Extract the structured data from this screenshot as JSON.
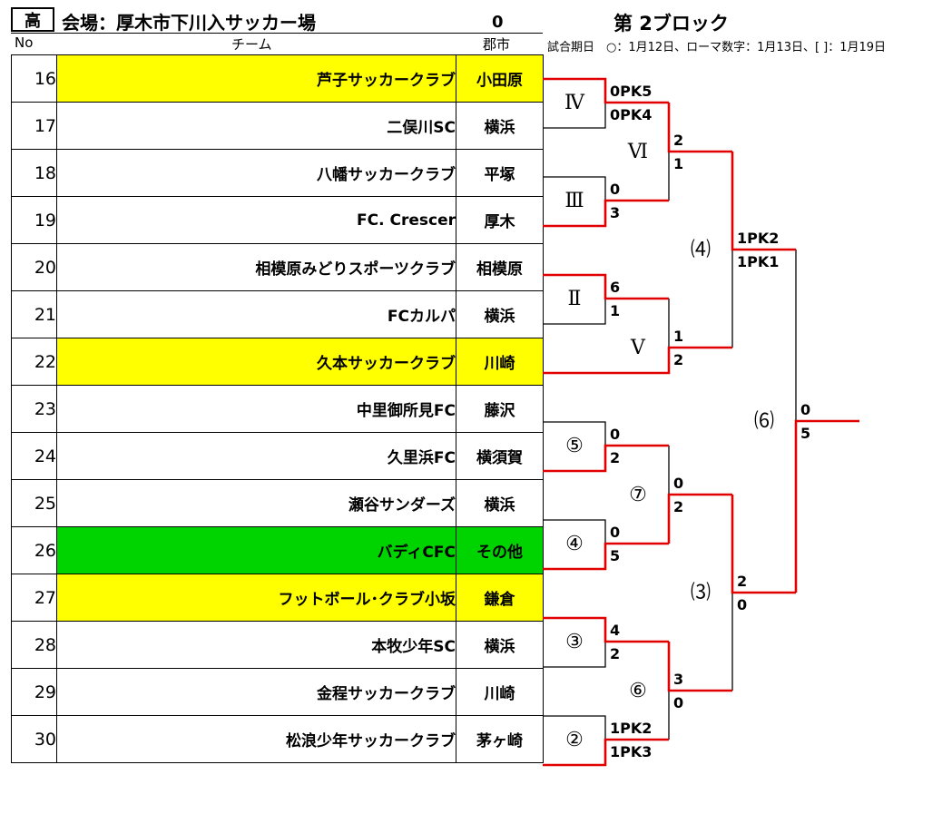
{
  "header": {
    "category": "高",
    "venue": "会場：厚木市下川入サッカー場",
    "top_zero": "0",
    "block_title": "第 2ブロック",
    "date_note": "試合期日　○：1月12日、ローマ数字：1月13日、[ ]：1月19日",
    "col_no": "No",
    "col_team": "チーム",
    "col_city": "郡市"
  },
  "teams": [
    {
      "no": "16",
      "name": "芦子サッカークラブ",
      "city": "小田原",
      "highlight": "yellow"
    },
    {
      "no": "17",
      "name": "二俣川SC",
      "city": "横浜",
      "highlight": ""
    },
    {
      "no": "18",
      "name": "八幡サッカークラブ",
      "city": "平塚",
      "highlight": ""
    },
    {
      "no": "19",
      "name": "FC. Crescer",
      "city": "厚木",
      "highlight": ""
    },
    {
      "no": "20",
      "name": "相模原みどりスポーツクラブ",
      "city": "相模原",
      "highlight": ""
    },
    {
      "no": "21",
      "name": "FCカルパ",
      "city": "横浜",
      "highlight": ""
    },
    {
      "no": "22",
      "name": "久本サッカークラブ",
      "city": "川崎",
      "highlight": "yellow"
    },
    {
      "no": "23",
      "name": "中里御所見FC",
      "city": "藤沢",
      "highlight": ""
    },
    {
      "no": "24",
      "name": "久里浜FC",
      "city": "横須賀",
      "highlight": ""
    },
    {
      "no": "25",
      "name": "瀬谷サンダーズ",
      "city": "横浜",
      "highlight": ""
    },
    {
      "no": "26",
      "name": "バディCFC",
      "city": "その他",
      "highlight": "green"
    },
    {
      "no": "27",
      "name": "フットボール･クラブ小坂",
      "city": "鎌倉",
      "highlight": "yellow"
    },
    {
      "no": "28",
      "name": "本牧少年SC",
      "city": "横浜",
      "highlight": ""
    },
    {
      "no": "29",
      "name": "金程サッカークラブ",
      "city": "川崎",
      "highlight": ""
    },
    {
      "no": "30",
      "name": "松浪少年サッカークラブ",
      "city": "茅ヶ崎",
      "highlight": ""
    }
  ],
  "matches": {
    "IV": {
      "label": "Ⅳ",
      "top_score": "0PK5",
      "bottom_score": "0PK4"
    },
    "III": {
      "label": "Ⅲ",
      "top_score": "0",
      "bottom_score": "3"
    },
    "II": {
      "label": "Ⅱ",
      "top_score": "6",
      "bottom_score": "1"
    },
    "VI": {
      "label": "Ⅵ",
      "top_score": "2",
      "bottom_score": "1"
    },
    "V": {
      "label": "Ⅴ",
      "top_score": "1",
      "bottom_score": "2"
    },
    "p4": {
      "label": "⑷",
      "top_score": "1PK2",
      "bottom_score": "1PK1"
    },
    "c5": {
      "label": "⑤",
      "top_score": "0",
      "bottom_score": "2"
    },
    "c4": {
      "label": "④",
      "top_score": "0",
      "bottom_score": "5"
    },
    "c3": {
      "label": "③",
      "top_score": "4",
      "bottom_score": "2"
    },
    "c2": {
      "label": "②",
      "top_score": "1PK2",
      "bottom_score": "1PK3"
    },
    "c7": {
      "label": "⑦",
      "top_score": "0",
      "bottom_score": "2"
    },
    "c6": {
      "label": "⑥",
      "top_score": "3",
      "bottom_score": "0"
    },
    "p3": {
      "label": "⑶",
      "top_score": "2",
      "bottom_score": "0"
    },
    "p6": {
      "label": "⑹",
      "top_score": "0",
      "bottom_score": "5"
    }
  },
  "colors": {
    "win_line": "#e00000",
    "line": "#000000",
    "highlight_yellow": "#ffff00",
    "highlight_green": "#00d400"
  }
}
